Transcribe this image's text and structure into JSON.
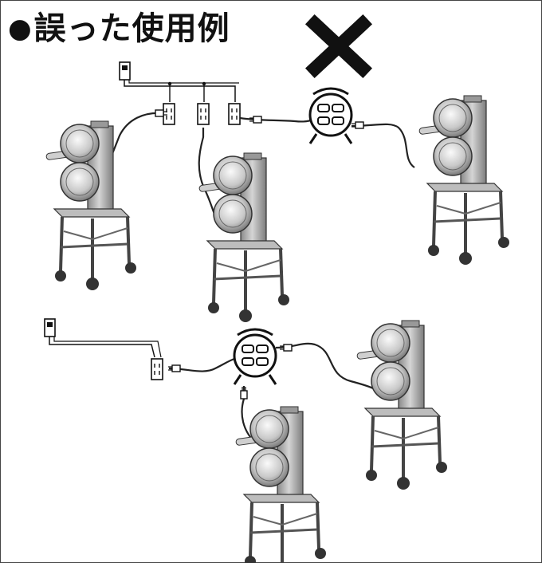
{
  "title": {
    "bullet": "●",
    "text": "誤った使用例"
  },
  "verdict_mark": "cross-mark-icon",
  "colors": {
    "ink": "#111111",
    "border": "#444444",
    "metal_light": "#d9d9d9",
    "metal_mid": "#a9a9a9",
    "metal_dark": "#6f6f6f",
    "cable": "#222222"
  },
  "scenes": [
    {
      "name": "wrong-example-1",
      "description_items": [
        "wall-switch",
        "power-strip",
        "cord-reel",
        "floodlight",
        "floodlight",
        "floodlight"
      ]
    },
    {
      "name": "wrong-example-2",
      "description_items": [
        "wall-switch",
        "outlet",
        "cord-reel",
        "floodlight",
        "floodlight"
      ]
    }
  ]
}
